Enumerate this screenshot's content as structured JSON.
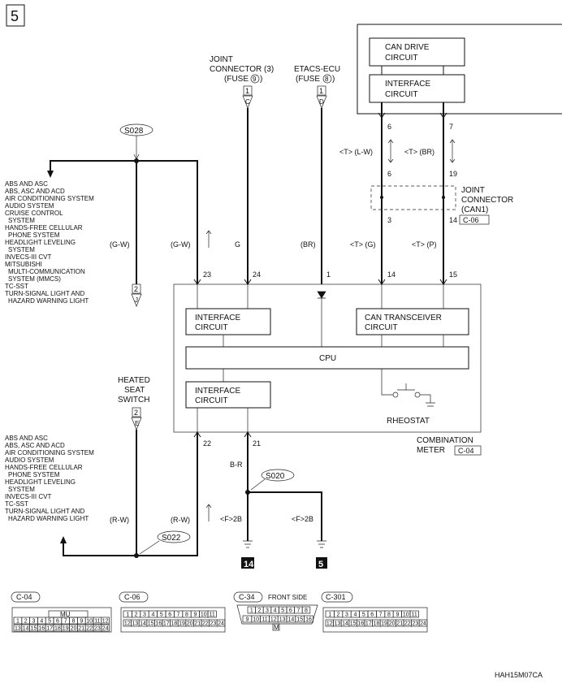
{
  "page_number": "5",
  "figure_code": "HAH15M07CA",
  "top_sources": {
    "joint_connector": [
      "JOINT",
      "CONNECTOR (3)",
      "(FUSE",
      "9",
      ")"
    ],
    "joint_connector_box": "1",
    "joint_connector_pin": "C",
    "etacs": [
      "ETACS-ECU",
      "(FUSE",
      "8",
      ")"
    ],
    "etacs_box": "1",
    "etacs_pin": "D"
  },
  "can_unit": {
    "drive_circuit": [
      "CAN DRIVE",
      "CIRCUIT"
    ],
    "interface_circuit": [
      "INTERFACE",
      "CIRCUIT"
    ],
    "pin_top_left": "6",
    "pin_top_right": "7",
    "wire_left": "<T> (L-W)",
    "wire_right": "<T> (BR)"
  },
  "joint_can1": {
    "label": [
      "JOINT",
      "CONNECTOR",
      "(CAN1)"
    ],
    "code": "C-06",
    "pin_in_left": "6",
    "pin_in_right": "19",
    "pin_out_left": "3",
    "pin_out_right": "14"
  },
  "splice_s028": "S028",
  "splice_s022": "S022",
  "splice_s020": "S020",
  "list_upper": [
    "ABS AND ASC",
    "ABS, ASC AND ACD",
    "AIR CONDITIONING SYSTEM",
    "AUDIO SYSTEM",
    "CRUISE CONTROL",
    "SYSTEM",
    "HANDS-FREE CELLULAR",
    "PHONE SYSTEM",
    "HEADLIGHT LEVELING",
    "SYSTEM",
    "INVECS-III CVT",
    "MITSUBISHI",
    "MULTI-COMMUNICATION",
    "SYSTEM (MMCS)",
    "TC-SST",
    "TURN-SIGNAL LIGHT AND",
    "HAZARD WARNING LIGHT"
  ],
  "list_lower": [
    "ABS AND ASC",
    "ABS, ASC AND ACD",
    "AIR CONDITIONING SYSTEM",
    "AUDIO SYSTEM",
    "HANDS-FREE CELLULAR",
    "PHONE SYSTEM",
    "HEADLIGHT LEVELING",
    "SYSTEM",
    "INVECS-III CVT",
    "TC-SST",
    "TURN-SIGNAL LIGHT AND",
    "HAZARD WARNING LIGHT"
  ],
  "upper_wires": {
    "gw_left": "(G-W)",
    "gw_right": "(G-W)",
    "g": "G",
    "br": "(BR)",
    "tg": "<T> (G)",
    "tp": "<T> (P)",
    "ref_box": "2",
    "ref_pin": "J"
  },
  "meter": {
    "pins_top": [
      "23",
      "24",
      "1",
      "14",
      "15"
    ],
    "interface1": [
      "INTERFACE",
      "CIRCUIT"
    ],
    "can_transceiver": [
      "CAN TRANSCEIVER",
      "CIRCUIT"
    ],
    "cpu": "CPU",
    "interface2": [
      "INTERFACE",
      "CIRCUIT"
    ],
    "rheostat": "RHEOSTAT",
    "name": [
      "COMBINATION",
      "METER"
    ],
    "code": "C-04",
    "pins_bottom": [
      "22",
      "21"
    ]
  },
  "heated_seat": {
    "label": [
      "HEATED",
      "SEAT",
      "SWITCH"
    ],
    "box": "2",
    "pin": "E"
  },
  "lower_wires": {
    "br_wire": "B-R",
    "rw_left": "(R-W)",
    "rw_right": "(R-W)",
    "f2b_left": "<F>2B",
    "f2b_right": "<F>2B",
    "ground_left": "14",
    "ground_right": "5"
  },
  "connectors": {
    "c04": {
      "code": "C-04",
      "mu": "MU",
      "row1": [
        "1",
        "2",
        "3",
        "4",
        "5",
        "6",
        "7",
        "8",
        "9",
        "10",
        "11",
        "12"
      ],
      "row2": [
        "13",
        "14",
        "15",
        "16",
        "17",
        "18",
        "19",
        "20",
        "21",
        "22",
        "23",
        "24"
      ]
    },
    "c06": {
      "code": "C-06",
      "row1": [
        "1",
        "2",
        "3",
        "4",
        "5",
        "6",
        "7",
        "8",
        "9",
        "10",
        "11"
      ],
      "row2": [
        "12",
        "13",
        "14",
        "15",
        "16",
        "17",
        "18",
        "19",
        "20",
        "21",
        "22",
        "23",
        "24"
      ]
    },
    "c34": {
      "code": "C-34",
      "side": "FRONT SIDE",
      "row1": [
        "1",
        "2",
        "3",
        "4",
        "5",
        "6",
        "7",
        "8"
      ],
      "row2": [
        "9",
        "10",
        "11",
        "12",
        "13",
        "14",
        "15",
        "16"
      ],
      "m": "M"
    },
    "c301": {
      "code": "C-301",
      "row1": [
        "1",
        "2",
        "3",
        "4",
        "5",
        "6",
        "7",
        "8",
        "9",
        "10",
        "11"
      ],
      "row2": [
        "12",
        "13",
        "14",
        "15",
        "16",
        "17",
        "18",
        "19",
        "20",
        "21",
        "22",
        "23",
        "24"
      ]
    }
  }
}
